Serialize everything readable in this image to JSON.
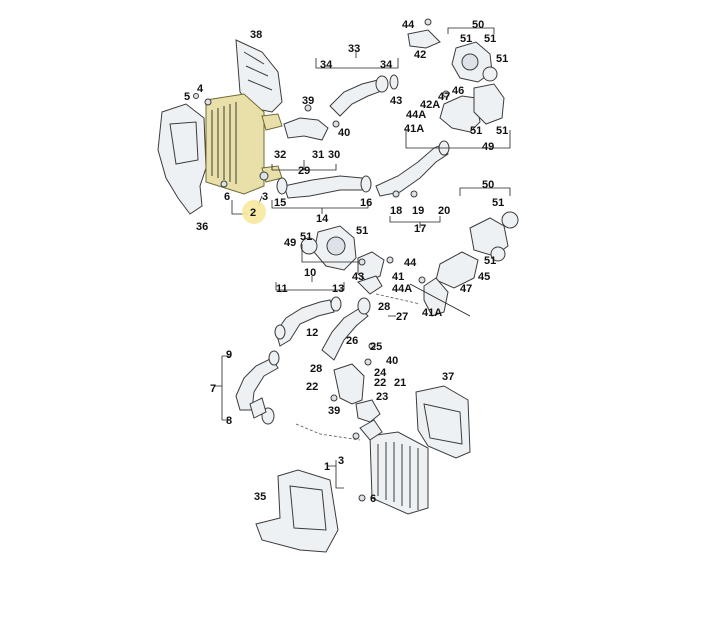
{
  "diagram": {
    "highlighted_label": "2",
    "highlight_color": "#f7e9a0",
    "labels": {
      "l1": "1",
      "l2": "2",
      "l3": "3",
      "l3b": "3",
      "l4": "4",
      "l5": "5",
      "l6": "6",
      "l6b": "6",
      "l7": "7",
      "l8": "8",
      "l9": "9",
      "l10": "10",
      "l11": "11",
      "l12": "12",
      "l13": "13",
      "l14": "14",
      "l15": "15",
      "l16": "16",
      "l17": "17",
      "l18": "18",
      "l19": "19",
      "l20": "20",
      "l21": "21",
      "l22a": "22",
      "l22b": "22",
      "l23": "23",
      "l24": "24",
      "l25": "25",
      "l26": "26",
      "l27": "27",
      "l28a": "28",
      "l28b": "28",
      "l29": "29",
      "l30": "30",
      "l31": "31",
      "l32": "32",
      "l33": "33",
      "l34a": "34",
      "l34b": "34",
      "l35": "35",
      "l36": "36",
      "l37": "37",
      "l38": "38",
      "l39a": "39",
      "l39b": "39",
      "l40a": "40",
      "l40b": "40",
      "l41": "41",
      "l41A": "41A",
      "l42": "42",
      "l42A": "42A",
      "l43a": "43",
      "l43b": "43",
      "l44a": "44",
      "l44b": "44",
      "l44Aa": "44A",
      "l44Ab": "44A",
      "l45": "45",
      "l46": "46",
      "l47a": "47",
      "l47b": "47",
      "l49a": "49",
      "l49b": "49",
      "l50a": "50",
      "l50b": "50",
      "l51a": "51",
      "l51b": "51",
      "l51c": "51",
      "l51d": "51",
      "l51e": "51",
      "l51f": "51",
      "l51g": "51",
      "l51h": "51"
    }
  }
}
